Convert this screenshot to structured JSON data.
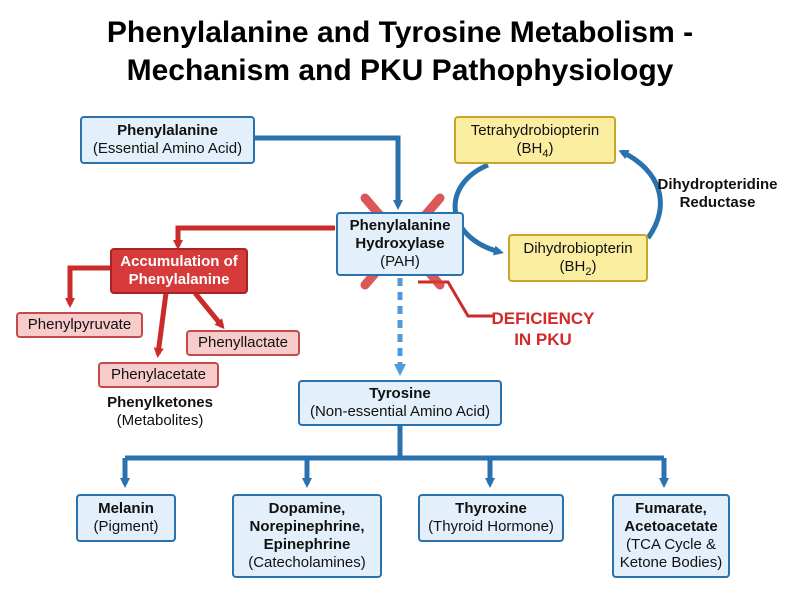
{
  "title": {
    "line1": "Phenylalanine and Tyrosine Metabolism -",
    "line2": "Mechanism and PKU Pathophysiology"
  },
  "nodes": {
    "phenylalanine": {
      "name": "Phenylalanine",
      "desc": "(Essential Amino Acid)"
    },
    "pah": {
      "line1": "Phenylalanine",
      "line2": "Hydroxylase",
      "line3": "(PAH)"
    },
    "bh4": {
      "name": "Tetrahydrobiopterin",
      "abbr_prefix": "(BH",
      "abbr_sub": "4",
      "abbr_suffix": ")"
    },
    "bh2": {
      "name": "Dihydrobiopterin",
      "abbr_prefix": "(BH",
      "abbr_sub": "2",
      "abbr_suffix": ")"
    },
    "dhpr": {
      "line1": "Dihydropteridine",
      "line2": "Reductase"
    },
    "accumulation": {
      "line1": "Accumulation of",
      "line2": "Phenylalanine"
    },
    "phenylpyruvate": "Phenylpyruvate",
    "phenyllactate": "Phenyllactate",
    "phenylacetate": "Phenylacetate",
    "phenylketones": {
      "name": "Phenylketones",
      "desc": "(Metabolites)"
    },
    "deficiency": {
      "line1": "DEFICIENCY",
      "line2": "IN PKU"
    },
    "tyrosine": {
      "name": "Tyrosine",
      "desc": "(Non-essential Amino Acid)"
    },
    "melanin": {
      "name": "Melanin",
      "desc": "(Pigment)"
    },
    "catecholamines": {
      "line1": "Dopamine,",
      "line2": "Norepinephrine,",
      "line3": "Epinephrine",
      "desc": "(Catecholamines)"
    },
    "thyroxine": {
      "name": "Thyroxine",
      "desc": "(Thyroid Hormone)"
    },
    "fumarate": {
      "line1": "Fumarate,",
      "line2": "Acetoacetate",
      "desc1": "(TCA Cycle &",
      "desc2": "Ketone Bodies)"
    }
  },
  "colors": {
    "blue_arrow": "#2a72ad",
    "red": "#d22a2a",
    "light_blue_fill": "#e3f0fb",
    "yellow_fill": "#fbeea0",
    "pink_fill": "#f9cccc",
    "dashed_arrow": "#5aa2dc"
  }
}
